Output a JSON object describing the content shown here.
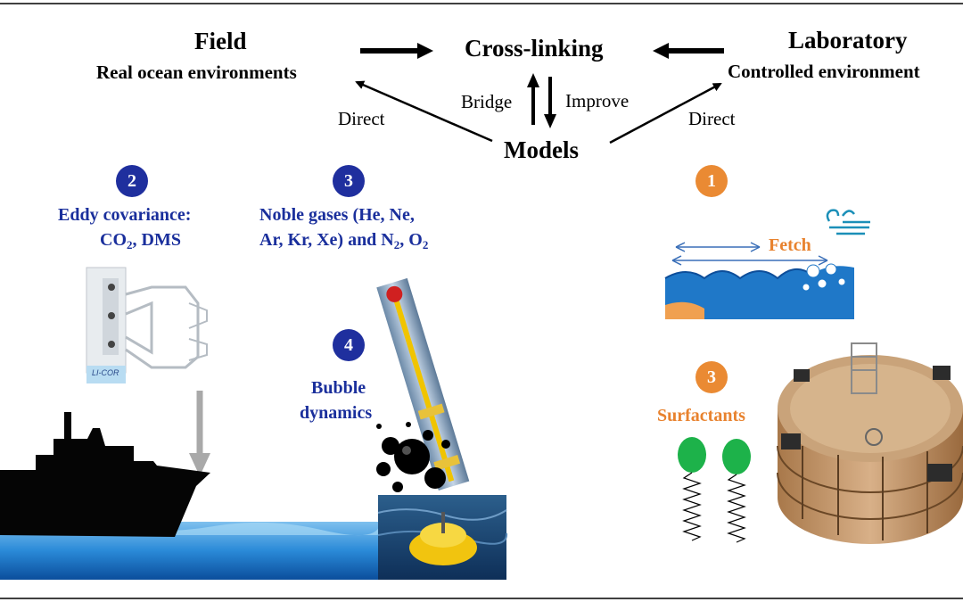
{
  "header": {
    "field_title": "Field",
    "field_subtitle": "Real ocean environments",
    "center_title": "Cross-linking",
    "lab_title": "Laboratory",
    "lab_subtitle": "Controlled environment",
    "bridge": "Bridge",
    "improve": "Improve",
    "direct_left": "Direct",
    "direct_right": "Direct",
    "models": "Models"
  },
  "field": {
    "badge_2": "2",
    "eddy_line1": "Eddy covariance:",
    "eddy_co": "CO",
    "eddy_co_sub": "2",
    "eddy_dms": ", DMS",
    "badge_3": "3",
    "noble_line1": "Noble gases (He, Ne,",
    "noble_line2_a": "Ar, Kr, Xe) and N",
    "noble_line2_sub1": "2",
    "noble_line2_b": ", O",
    "noble_line2_sub2": "2",
    "badge_4": "4",
    "bubble_line1": "Bubble",
    "bubble_line2": "dynamics",
    "sensor_brand": "LI-COR"
  },
  "lab": {
    "badge_1": "1",
    "fetch": "Fetch",
    "badge_3": "3",
    "surfactants": "Surfactants"
  },
  "colors": {
    "blue_badge": "#1f2f9e",
    "orange_badge": "#ea8a33",
    "ocean": "#1f78c8",
    "surfactant_head": "#1db24a"
  }
}
